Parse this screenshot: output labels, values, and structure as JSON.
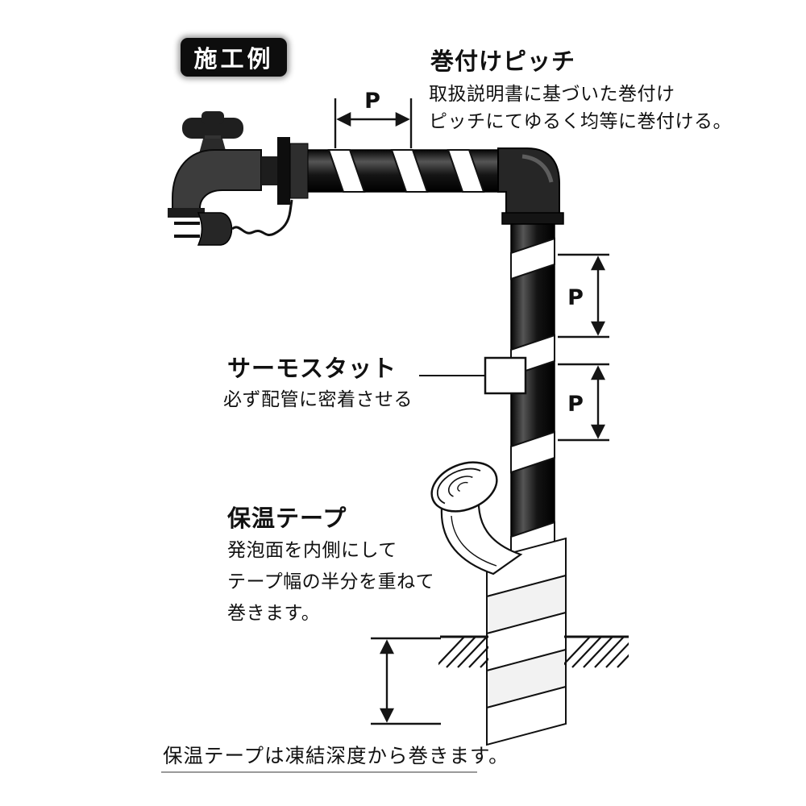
{
  "colors": {
    "ink": "#111111",
    "paper": "#ffffff"
  },
  "page": {
    "badge": "施工例",
    "footer": "保温テープは凍結深度から巻きます。"
  },
  "pitch": {
    "title": "巻付けピッチ",
    "desc1": "取扱説明書に基づいた巻付け",
    "desc2": "ピッチにてゆるく均等に巻付ける。",
    "dim_label": "P"
  },
  "thermostat": {
    "title": "サーモスタット",
    "desc": "必ず配管に密着させる"
  },
  "tape": {
    "title": "保温テープ",
    "desc1": "発泡面を内側にして",
    "desc2": "テープ幅の半分を重ねて",
    "desc3": "巻きます。"
  }
}
